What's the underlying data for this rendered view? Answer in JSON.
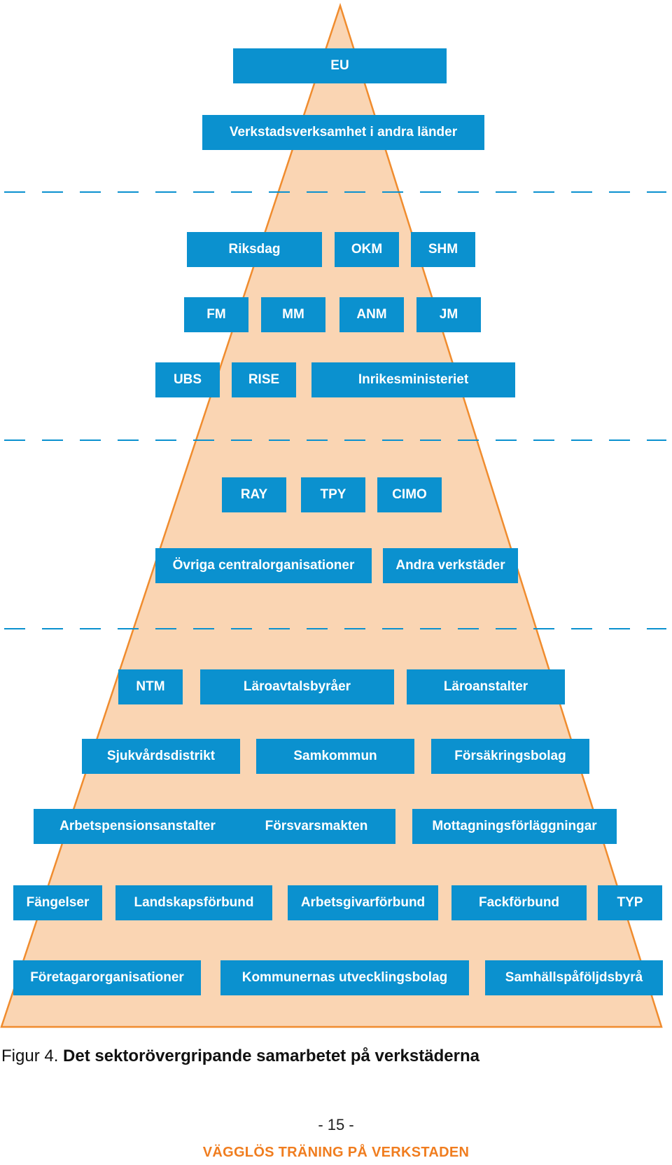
{
  "diagram": {
    "triangle_fill": "#fad5b3",
    "triangle_stroke": "#f08c2e",
    "box_color": "#0b91cf",
    "divider_color": "#0b91cf",
    "rows": [
      {
        "boxes": [
          "EU"
        ]
      },
      {
        "boxes": [
          "Verkstadsverksamhet i andra länder"
        ]
      },
      {
        "boxes": [
          "Riksdag",
          "OKM",
          "SHM"
        ]
      },
      {
        "boxes": [
          "FM",
          "MM",
          "ANM",
          "JM"
        ]
      },
      {
        "boxes": [
          "UBS",
          "RISE",
          "Inrikesministeriet"
        ]
      },
      {
        "boxes": [
          "RAY",
          "TPY",
          "CIMO"
        ]
      },
      {
        "boxes": [
          "Övriga centralorganisationer",
          "Andra verkstäder"
        ]
      },
      {
        "boxes": [
          "NTM",
          "Läroavtalsbyråer",
          "Läroanstalter"
        ]
      },
      {
        "boxes": [
          "Sjukvårdsdistrikt",
          "Samkommun",
          "Försäkringsbolag"
        ]
      },
      {
        "boxes": [
          "Arbetspensionsanstalter",
          "Försvarsmakten",
          "Mottagningsförläggningar"
        ]
      },
      {
        "boxes": [
          "Fängelser",
          "Landskapsförbund",
          "Arbetsgivarförbund",
          "Fackförbund",
          "TYP"
        ]
      },
      {
        "boxes": [
          "Företagarorganisationer",
          "Kommunernas utvecklingsbolag",
          "Samhällspåföljdsbyrå"
        ]
      }
    ]
  },
  "caption": {
    "lead": "Figur 4. ",
    "text": "Det sektorövergripande samarbetet på verkstäderna"
  },
  "page_number": "- 15 -",
  "footer_title": "VÄGGLÖS TRÄNING PÅ VERKSTADEN"
}
